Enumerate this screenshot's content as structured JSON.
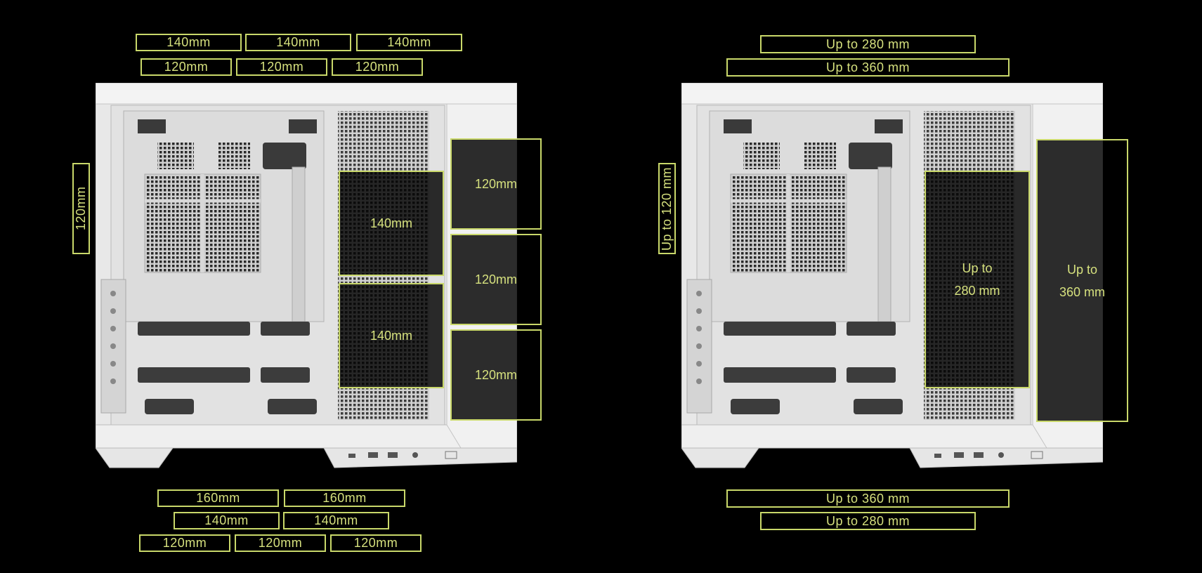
{
  "left": {
    "top_row1": [
      "140mm",
      "140mm",
      "140mm"
    ],
    "top_row2": [
      "120mm",
      "120mm",
      "120mm"
    ],
    "rear": "120mm",
    "mid_zones": [
      "140mm",
      "140mm"
    ],
    "side_zones": [
      "120mm",
      "120mm",
      "120mm"
    ],
    "bottom_row1": [
      "160mm",
      "160mm"
    ],
    "bottom_row2": [
      "140mm",
      "140mm"
    ],
    "bottom_row3": [
      "120mm",
      "120mm",
      "120mm"
    ]
  },
  "right": {
    "top_row1": "Up to 280 mm",
    "top_row2": "Up to 360 mm",
    "rear": "Up to 120 mm",
    "mid_zone": "Up to\n280 mm",
    "side_zone": "Up to\n360 mm",
    "bottom_row1": "Up to 360 mm",
    "bottom_row2": "Up to 280 mm"
  },
  "colors": {
    "accent": "#c9d86a",
    "text": "#d6e17e",
    "case": "#e9e9e9",
    "background": "#000000"
  },
  "icons": [
    "pc-case-chassis"
  ]
}
